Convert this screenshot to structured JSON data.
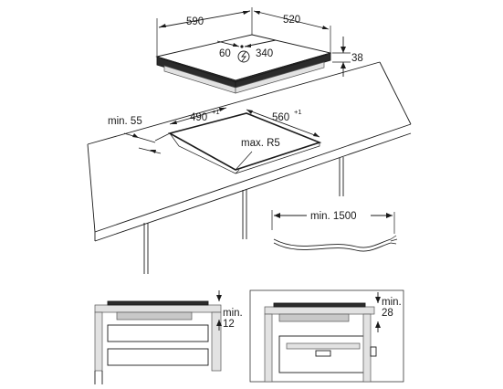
{
  "hob": {
    "width": "590",
    "depth": "520",
    "height": "38",
    "conn_left": "60",
    "conn_right": "340"
  },
  "cutout": {
    "width": "490",
    "width_tol": "+1",
    "depth": "560",
    "depth_tol": "+1",
    "radius": "max. R5",
    "edge_min": "min. 55"
  },
  "cable": {
    "length": "min. 1500"
  },
  "clearance_left": {
    "label": "min.",
    "value": "12"
  },
  "clearance_right": {
    "label": "min.",
    "value": "28"
  }
}
